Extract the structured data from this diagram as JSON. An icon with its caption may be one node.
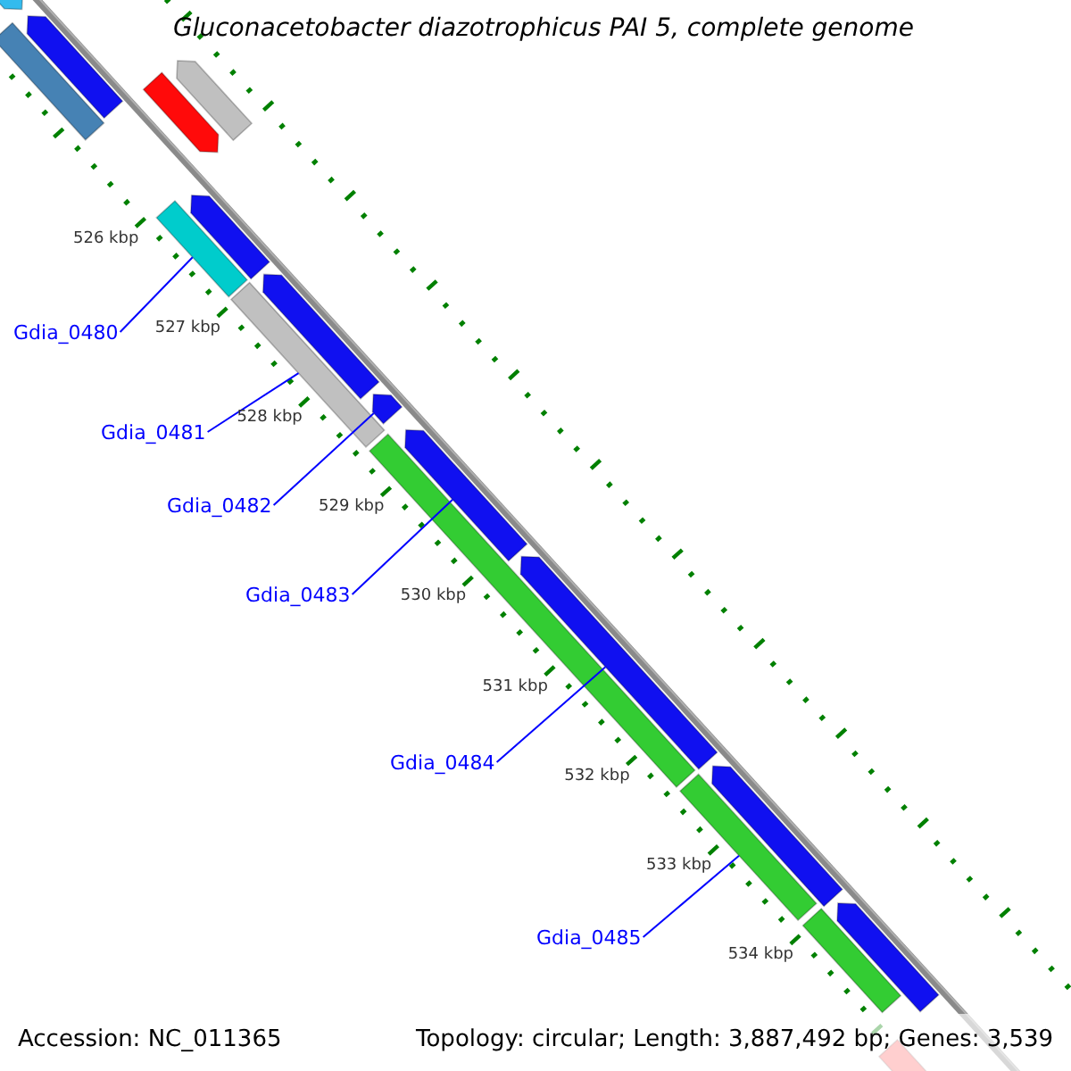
{
  "diagram": {
    "title": "Gluconacetobacter diazotrophicus PAI 5, complete genome",
    "nodes": [
      {
        "text": [
          "Gdia_0480"
        ]
      },
      {
        "text": [
          "Gdia_0481"
        ]
      },
      {
        "text": [
          "Gdia_0482"
        ]
      },
      {
        "text": [
          "Gdia_0483"
        ]
      },
      {
        "text": [
          "Gdia_0484"
        ]
      },
      {
        "text": [
          "Gdia_0485"
        ]
      },
      {
        "text": [],
        "shape": "bar"
      },
      {
        "text": [],
        "shape": "bar"
      },
      {
        "text": [],
        "shape": "bar"
      },
      {
        "text": [],
        "shape": "bar"
      },
      {
        "text": [],
        "shape": "bar"
      },
      {
        "text": [],
        "shape": "bar"
      },
      {
        "text": [],
        "shape": "bar"
      },
      {
        "text": [],
        "shape": "bar"
      },
      {
        "text": [],
        "shape": "bar"
      },
      {
        "text": [],
        "shape": "bar"
      },
      {
        "text": [],
        "shape": "bar"
      },
      {
        "text": [],
        "shape": "bar"
      },
      {
        "text": [],
        "shape": "bar"
      },
      {
        "text": [],
        "shape": "bar"
      },
      {
        "text": [],
        "shape": "bar"
      },
      {
        "text": [],
        "shape": "bar"
      },
      {
        "text": [],
        "shape": "bar"
      },
      {
        "text": [],
        "shape": "bar"
      }
    ],
    "edges": [
      {
        "from": 0,
        "to": 6,
        "arrow": "none"
      },
      {
        "from": 1,
        "to": 7,
        "arrow": "none"
      },
      {
        "from": 2,
        "to": 8,
        "arrow": "none"
      },
      {
        "from": 3,
        "to": 9,
        "arrow": "none"
      },
      {
        "from": 4,
        "to": 10,
        "arrow": "none"
      },
      {
        "from": 5,
        "to": 11,
        "arrow": "none"
      }
    ],
    "labels": [
      "526 kbp",
      "527 kbp",
      "528 kbp",
      "529 kbp",
      "530 kbp",
      "531 kbp",
      "532 kbp",
      "533 kbp",
      "534 kbp",
      "Accession: NC_011365",
      "Topology: circular; Length: 3,887,492 bp; Genes: 3,539"
    ]
  }
}
